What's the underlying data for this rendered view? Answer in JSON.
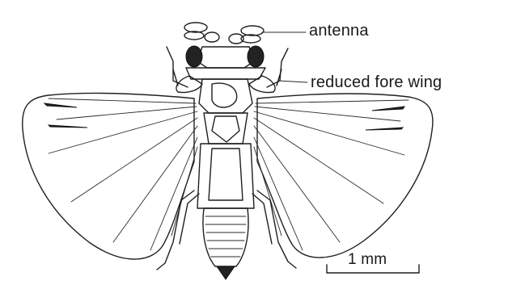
{
  "labels": {
    "antenna": "antenna",
    "fore_wing": "reduced fore wing",
    "scale": "1 mm"
  }
}
